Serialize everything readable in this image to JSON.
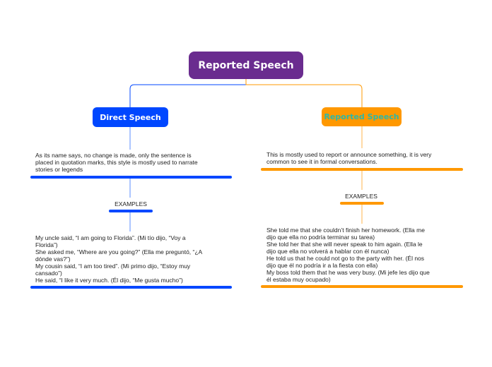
{
  "diagram": {
    "root": {
      "label": "Reported Speech",
      "color": "#6a2c8f"
    },
    "branches": [
      {
        "label": "Direct Speech",
        "color": "#0047ff",
        "description": [
          "As its name says, no change is made, only the sentence is",
          "placed in quotation marks, this style is mostly used to narrate",
          "stories or legends"
        ],
        "examples_label": "EXAMPLES",
        "examples": [
          "My uncle said, “I am going to Florida”. (Mi tío dijo, “Voy a",
          "Florida”)",
          "She asked me, “Where are you going?” (Ella me preguntó, “¿A",
          "dónde vas?”)",
          "My cousin said, “I am too tired”. (Mi primo dijo, “Estoy muy",
          "cansado”)",
          "He said, “I like it very much. (Él dijo, “Me gusta mucho”)"
        ]
      },
      {
        "label": "Reported Speech",
        "color": "#ff9800",
        "text_color": "#2fb7a6",
        "description": [
          "This is mostly used to report or announce something, it is very",
          "common to see it in formal conversations."
        ],
        "examples_label": "EXAMPLES",
        "examples": [
          "She told me that she couldn’t finish her homework. (Ella me",
          "dijo que ella no podría terminar su tarea)",
          "She told her that she will never speak to him again. (Ella le",
          "dijo que ella no volverá a hablar con él nunca)",
          "He told us that he could not go to the party with her. (Él nos",
          "dijo que él no podría ir a la fiesta con ella)",
          "My boss told them that he was very busy. (Mi jefe les dijo que",
          "él estaba muy ocupado)"
        ]
      }
    ]
  }
}
